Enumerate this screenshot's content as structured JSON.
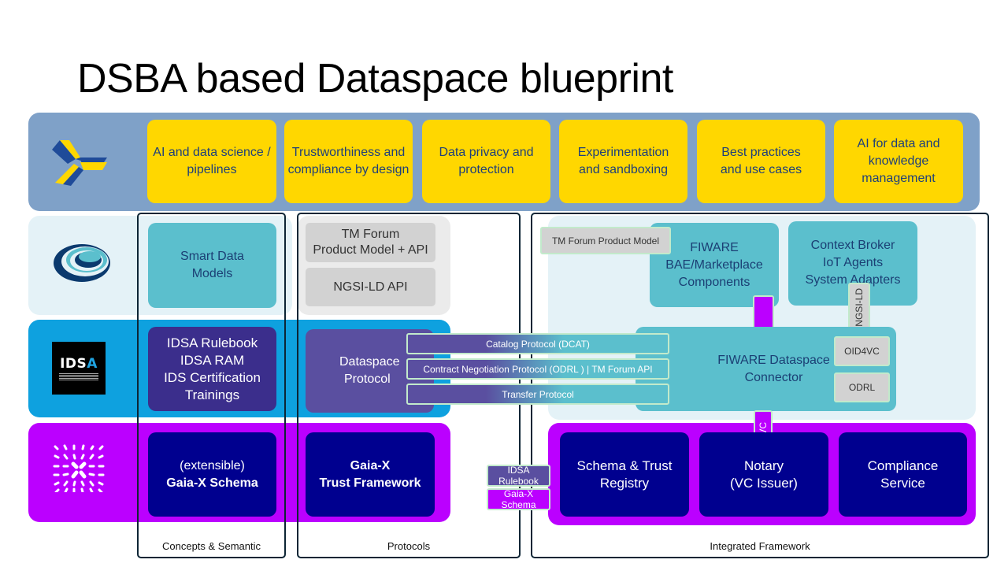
{
  "title": "DSBA based Dataspace blueprint",
  "logos": {
    "dsba": "dsba-logo",
    "fiware": "fiware-logo",
    "idsa": {
      "text_white": "IDS",
      "text_blue": "A"
    },
    "gaiax": "gaiax-logo"
  },
  "top_row": {
    "items": [
      "AI and data science / pipelines",
      "Trustworthiness and compliance by design",
      "Data privacy and protection",
      "Experimentation and sandboxing",
      "Best practices and use cases",
      "AI for data and knowledge management"
    ]
  },
  "columns": {
    "concepts": {
      "label": "Concepts & Semantic",
      "smart_data_models": "Smart Data Models",
      "idsa_box": [
        "IDSA Rulebook",
        "IDSA RAM",
        "IDS Certification",
        "Trainings"
      ],
      "gaiax_box": {
        "line1": "(extensible)",
        "line2": "Gaia-X Schema"
      }
    },
    "protocols": {
      "label": "Protocols",
      "tm_forum": [
        "TM Forum",
        "Product Model + API"
      ],
      "ngsi_ld": "NGSI-LD API",
      "dataspace_protocol": [
        "Dataspace",
        "Protocol"
      ],
      "gaiax_trust": [
        "Gaia-X",
        "Trust Framework"
      ],
      "bars": [
        "Catalog Protocol (DCAT)",
        "Contract Negotiation Protocol (ODRL ) | TM Forum API",
        "Transfer Protocol"
      ]
    },
    "integrated": {
      "label": "Integrated Framework",
      "tm_forum_product_model": "TM Forum Product Model",
      "fiware_bae": [
        "FIWARE",
        "BAE/Marketplace",
        "Components"
      ],
      "context_broker": [
        "Context Broker",
        "IoT Agents",
        "System Adapters"
      ],
      "ngsi_ld_tag": "NGSI-LD",
      "connector": [
        "FIWARE Dataspace",
        "Connector"
      ],
      "oid4vc": "OID4VC",
      "odrl": "ODRL",
      "vc_tag": "VC",
      "schema_trust": [
        "Schema & Trust",
        "Registry"
      ],
      "notary": [
        "Notary",
        "(VC Issuer)"
      ],
      "compliance": [
        "Compliance",
        "Service"
      ],
      "idsa_rulebook_tag": "IDSA Rulebook",
      "gaiax_schema_tag": "Gaia-X Schema"
    }
  },
  "colors": {
    "top_band": "#7fa1c8",
    "yellow": "#ffd700",
    "fiware_band": "#e4f2f7",
    "teal": "#5bbfcd",
    "idsa_band": "#0ea1df",
    "gaiax_band": "#bb00ff",
    "indigo": "#3b2e8c",
    "navy": "#00008f"
  }
}
